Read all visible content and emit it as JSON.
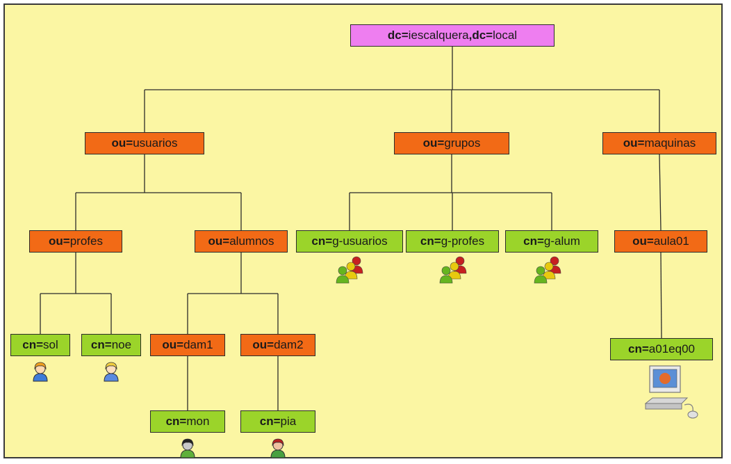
{
  "diagram": {
    "nodes": [
      {
        "id": "root",
        "parts": [
          {
            "k": "dc=",
            "v": "iescalquera"
          },
          {
            "k": ",dc=",
            "v": "local"
          }
        ],
        "kind": "root"
      },
      {
        "id": "usuarios",
        "parts": [
          {
            "k": "ou=",
            "v": "usuarios"
          }
        ],
        "kind": "ou"
      },
      {
        "id": "grupos",
        "parts": [
          {
            "k": "ou=",
            "v": "grupos"
          }
        ],
        "kind": "ou"
      },
      {
        "id": "maquinas",
        "parts": [
          {
            "k": "ou=",
            "v": "maquinas"
          }
        ],
        "kind": "ou"
      },
      {
        "id": "profes",
        "parts": [
          {
            "k": "ou=",
            "v": "profes"
          }
        ],
        "kind": "ou"
      },
      {
        "id": "alumnos",
        "parts": [
          {
            "k": "ou=",
            "v": "alumnos"
          }
        ],
        "kind": "ou"
      },
      {
        "id": "g_usuarios",
        "parts": [
          {
            "k": "cn=",
            "v": "g-usuarios"
          }
        ],
        "kind": "cn"
      },
      {
        "id": "g_profes",
        "parts": [
          {
            "k": "cn=",
            "v": "g-profes"
          }
        ],
        "kind": "cn"
      },
      {
        "id": "g_alum",
        "parts": [
          {
            "k": "cn=",
            "v": "g-alum"
          }
        ],
        "kind": "cn"
      },
      {
        "id": "aula01",
        "parts": [
          {
            "k": "ou=",
            "v": "aula01"
          }
        ],
        "kind": "ou"
      },
      {
        "id": "sol",
        "parts": [
          {
            "k": "cn=",
            "v": "sol"
          }
        ],
        "kind": "cn"
      },
      {
        "id": "noe",
        "parts": [
          {
            "k": "cn=",
            "v": "noe"
          }
        ],
        "kind": "cn"
      },
      {
        "id": "dam1",
        "parts": [
          {
            "k": "ou=",
            "v": "dam1"
          }
        ],
        "kind": "ou"
      },
      {
        "id": "dam2",
        "parts": [
          {
            "k": "ou=",
            "v": "dam2"
          }
        ],
        "kind": "ou"
      },
      {
        "id": "a01eq00",
        "parts": [
          {
            "k": "cn=",
            "v": "a01eq00"
          }
        ],
        "kind": "cn"
      },
      {
        "id": "mon",
        "parts": [
          {
            "k": "cn=",
            "v": "mon"
          }
        ],
        "kind": "cn"
      },
      {
        "id": "pia",
        "parts": [
          {
            "k": "cn=",
            "v": "pia"
          }
        ],
        "kind": "cn"
      }
    ],
    "edges": [
      [
        "root",
        "usuarios"
      ],
      [
        "root",
        "grupos"
      ],
      [
        "root",
        "maquinas"
      ],
      [
        "usuarios",
        "profes"
      ],
      [
        "usuarios",
        "alumnos"
      ],
      [
        "grupos",
        "g_usuarios"
      ],
      [
        "grupos",
        "g_profes"
      ],
      [
        "grupos",
        "g_alum"
      ],
      [
        "maquinas",
        "aula01"
      ],
      [
        "profes",
        "sol"
      ],
      [
        "profes",
        "noe"
      ],
      [
        "alumnos",
        "dam1"
      ],
      [
        "alumnos",
        "dam2"
      ],
      [
        "aula01",
        "a01eq00"
      ],
      [
        "dam1",
        "mon"
      ],
      [
        "dam2",
        "pia"
      ]
    ],
    "icons": [
      {
        "node": "sol",
        "icon": "user-female-icon"
      },
      {
        "node": "noe",
        "icon": "user-male-icon"
      },
      {
        "node": "mon",
        "icon": "user-dark-icon"
      },
      {
        "node": "pia",
        "icon": "user-red-icon"
      },
      {
        "node": "g_usuarios",
        "icon": "group-icon"
      },
      {
        "node": "g_profes",
        "icon": "group-icon"
      },
      {
        "node": "g_alum",
        "icon": "group-icon"
      },
      {
        "node": "a01eq00",
        "icon": "computer-icon"
      }
    ]
  },
  "colors": {
    "background": "#fbf6a3",
    "root_fill": "#ee7ef0",
    "ou_fill": "#f26a16",
    "cn_fill": "#9bd42a",
    "line": "#2b2b2b"
  }
}
